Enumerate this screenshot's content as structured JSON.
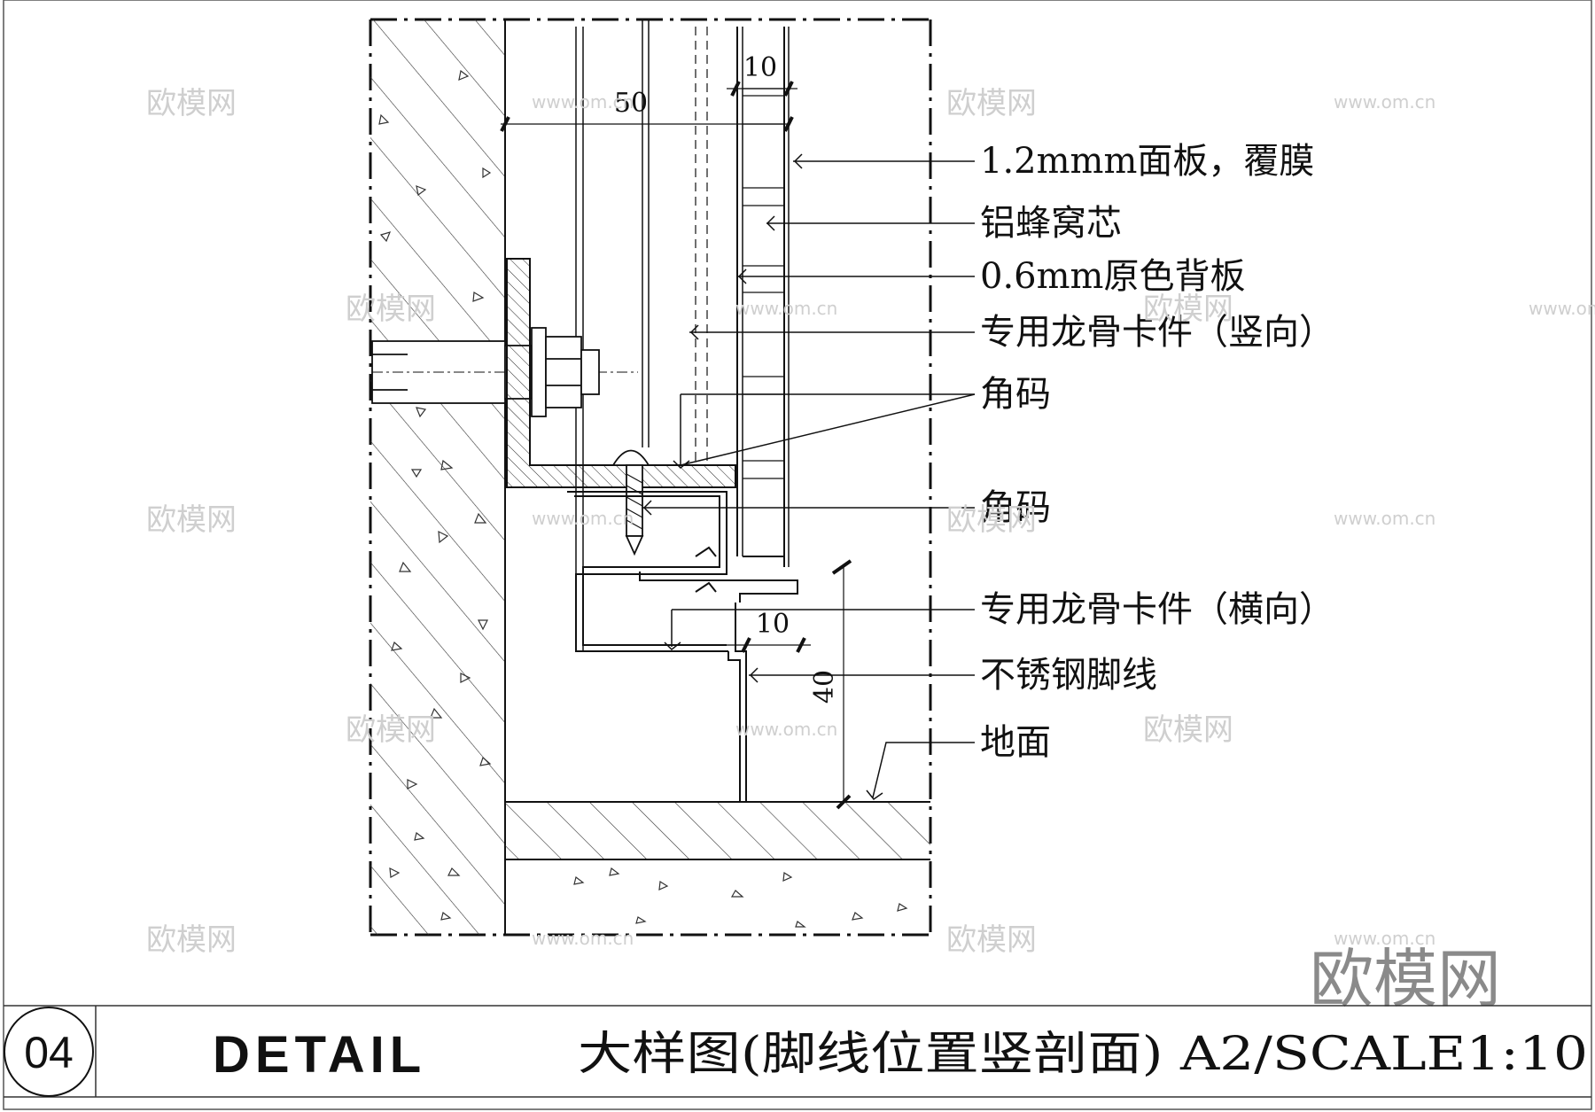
{
  "drawing": {
    "callouts": [
      "1.2mmm面板，覆膜",
      "铝蜂窝芯",
      "0.6mm原色背板",
      "专用龙骨卡件（竖向）",
      "角码",
      "角码",
      "专用龙骨卡件（横向）",
      "不锈钢脚线",
      "地面"
    ],
    "dimensions": {
      "top_left": "50",
      "top_right": "10",
      "bottom_horizontal": "10",
      "vertical": "40"
    }
  },
  "watermarks": {
    "logo_text": "欧模网",
    "url_text": "www.om.cn",
    "corner_logo": "欧模网"
  },
  "title_block": {
    "number": "04",
    "label": "DETAIL",
    "title": "大样图(脚线位置竖剖面) A2/SCALE1:10"
  }
}
